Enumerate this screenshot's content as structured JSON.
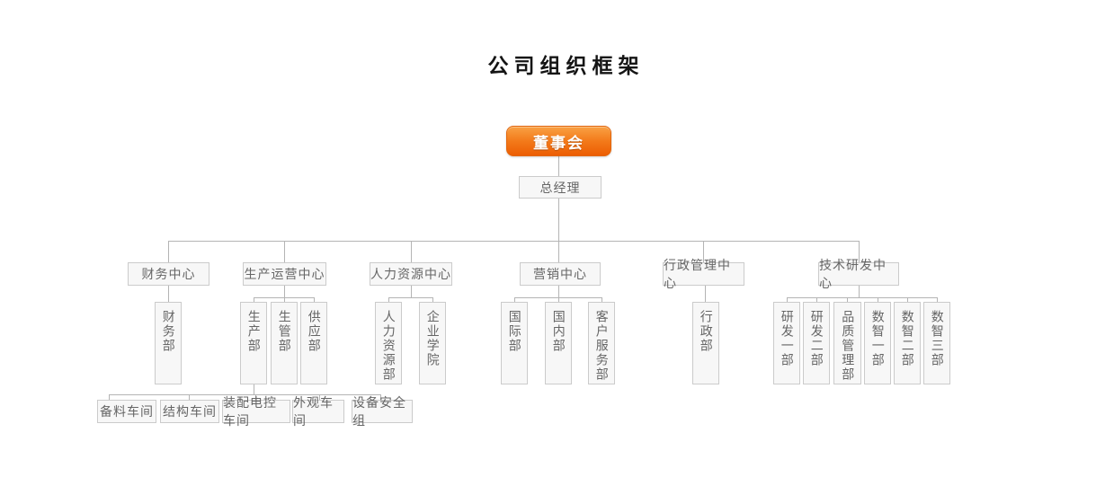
{
  "title": "公司组织框架",
  "colors": {
    "root_gradient_top": "#f9a144",
    "root_gradient_bottom": "#ec5d03",
    "root_border": "#e2660d",
    "root_text": "#ffffff",
    "node_bg": "#f7f7f7",
    "node_border": "#cbcbcb",
    "node_text": "#666666",
    "line": "#b4b4b4",
    "title_text": "#151515",
    "page_bg": "#ffffff"
  },
  "root": {
    "label": "董事会"
  },
  "gm": {
    "label": "总经理"
  },
  "centers": [
    {
      "label": "财务中心",
      "children": [
        "财务部"
      ]
    },
    {
      "label": "生产运营中心",
      "children": [
        "生产部",
        "生管部",
        "供应部"
      ]
    },
    {
      "label": "人力资源中心",
      "children": [
        "人力资源部",
        "企业学院"
      ]
    },
    {
      "label": "营销中心",
      "children": [
        "国际部",
        "国内部",
        "客户服务部"
      ]
    },
    {
      "label": "行政管理中心",
      "children": [
        "行政部"
      ]
    },
    {
      "label": "技术研发中心",
      "children": [
        "研发一部",
        "研发二部",
        "品质管理部",
        "数智一部",
        "数智二部",
        "数智三部"
      ]
    }
  ],
  "workshops": {
    "parent": "生产部",
    "items": [
      "备料车间",
      "结构车间",
      "装配电控车间",
      "外观车间",
      "设备安全组"
    ]
  }
}
